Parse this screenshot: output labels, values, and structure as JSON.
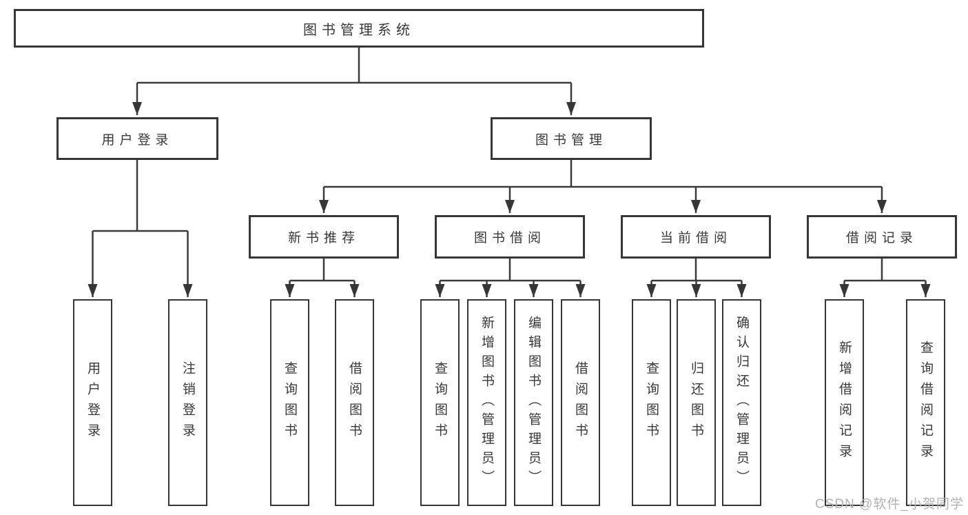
{
  "tree": {
    "root": {
      "label": "图书管理系统"
    },
    "branches": [
      {
        "label": "用户登录",
        "children": [
          {
            "label": "用户登录"
          },
          {
            "label": "注销登录"
          }
        ]
      },
      {
        "label": "图书管理",
        "sections": [
          {
            "label": "新书推荐",
            "children": [
              {
                "label": "查询图书"
              },
              {
                "label": "借阅图书"
              }
            ]
          },
          {
            "label": "图书借阅",
            "children": [
              {
                "label": "查询图书"
              },
              {
                "label": "新增图书（管理员）"
              },
              {
                "label": "编辑图书（管理员）"
              },
              {
                "label": "借阅图书"
              }
            ]
          },
          {
            "label": "当前借阅",
            "children": [
              {
                "label": "查询图书"
              },
              {
                "label": "归还图书"
              },
              {
                "label": "确认归还（管理员）"
              }
            ]
          },
          {
            "label": "借阅记录",
            "children": [
              {
                "label": "新增借阅记录"
              },
              {
                "label": "查询借阅记录"
              }
            ]
          }
        ]
      }
    ]
  },
  "watermark": {
    "text": "CSDN @软件_小贺同学"
  }
}
